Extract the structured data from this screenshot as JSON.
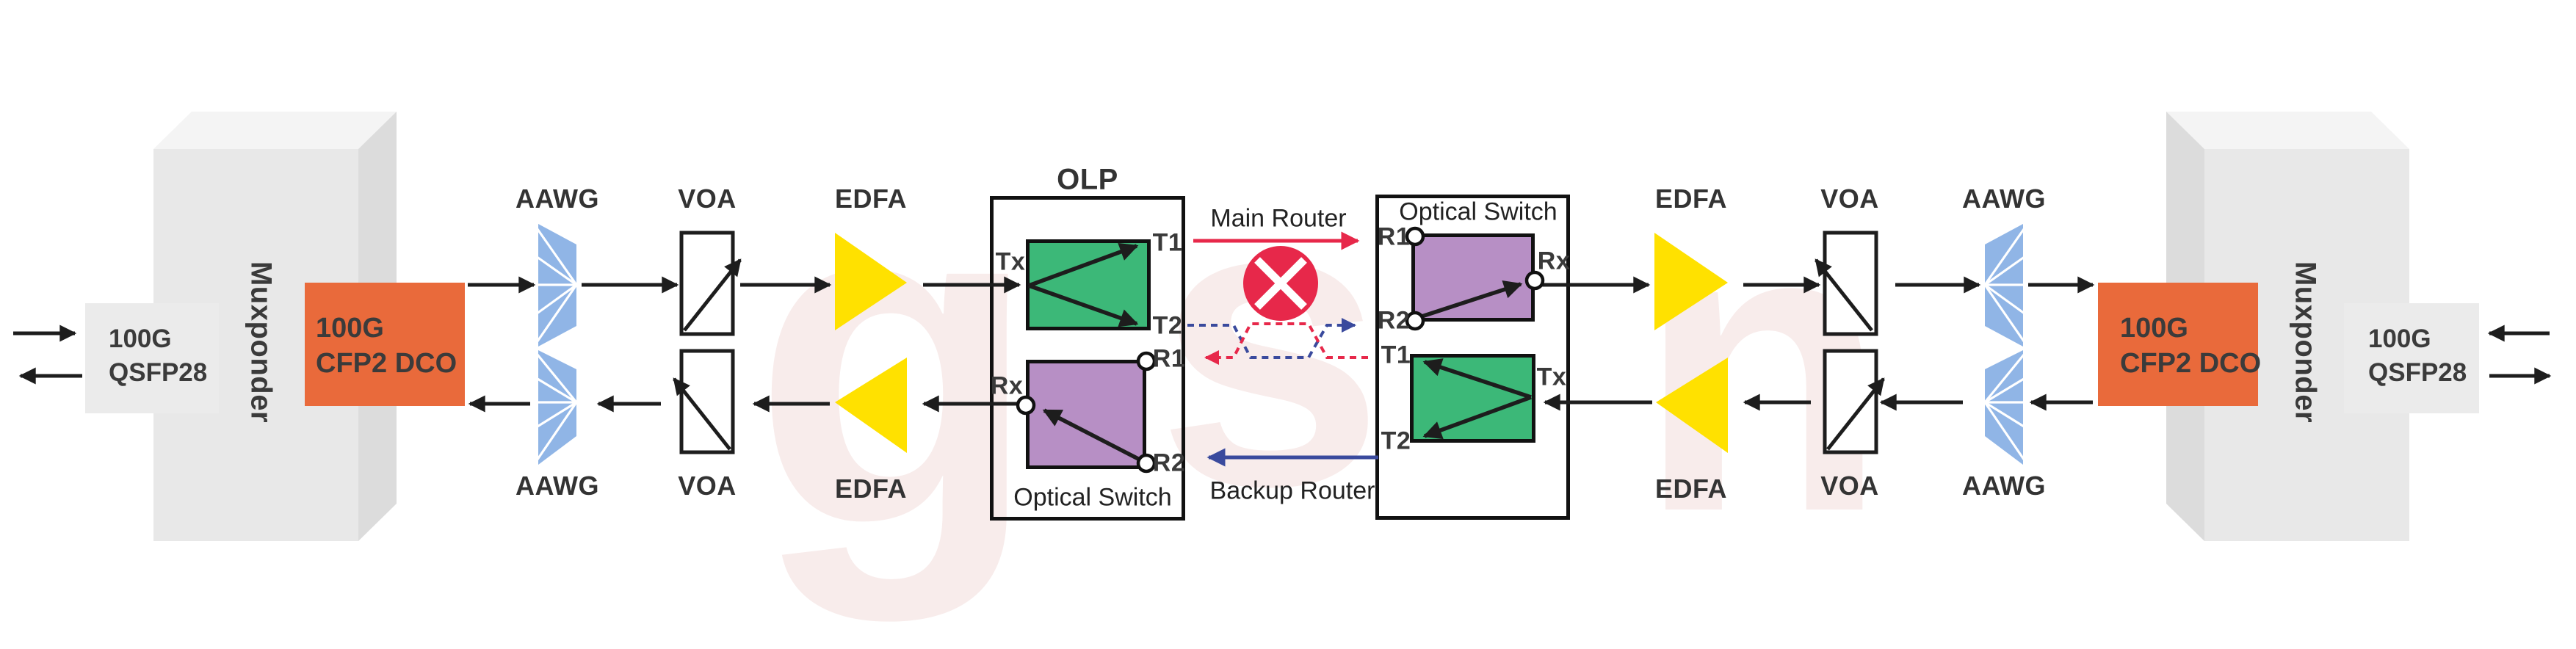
{
  "labels": {
    "aawg": "AAWG",
    "voa": "VOA",
    "edfa": "EDFA",
    "olp": "OLP",
    "optical_switch": "Optical Switch",
    "main_router": "Main Router",
    "backup_router": "Backup Router",
    "muxponder": "Muxponder"
  },
  "modules": {
    "qsfp_line1": "100G",
    "qsfp_line2": "QSFP28",
    "cfp2_line1": "100G",
    "cfp2_line2": "CFP2 DCO"
  },
  "ports": {
    "t1": "T1",
    "t2": "T2",
    "r1": "R1",
    "r2": "R2",
    "tx": "Tx",
    "rx": "Rx"
  },
  "watermark_letters": [
    "g",
    "s",
    "n"
  ],
  "colors": {
    "main_router_red": "#e7284a",
    "backup_router_blue": "#3a4a9d",
    "switch_green": "#3cb878",
    "switch_purple": "#b78fc5",
    "edfa_yellow": "#ffe100",
    "aawg_blue": "#90b5e6",
    "cfp2_orange": "#e96a3b",
    "module_gray": "#ebebeb",
    "line_black": "#1d1d1d",
    "watermark_pink": "#f8eceb",
    "text_dark": "#333333"
  }
}
